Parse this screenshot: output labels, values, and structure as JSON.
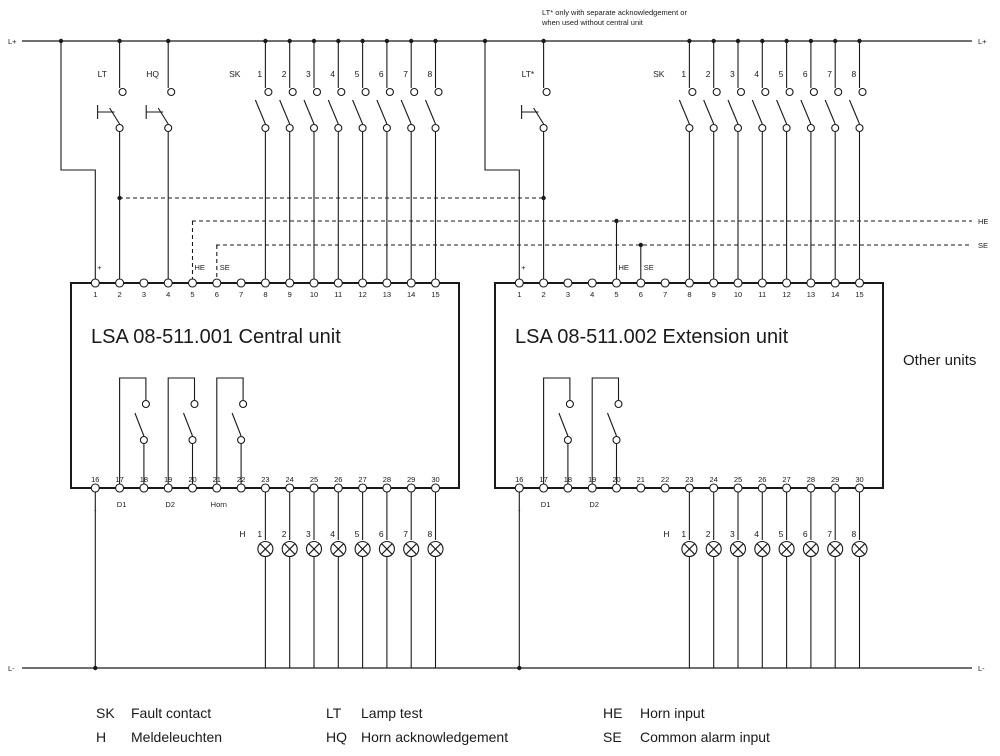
{
  "rails": {
    "plus": "L+",
    "minus": "L-",
    "he": "HE",
    "se": "SE"
  },
  "note": [
    "LT* only with separate acknowledgement or",
    "when used without central unit"
  ],
  "central": {
    "title": "LSA 08-511.001 Central unit",
    "top_switch_labels": [
      "LT",
      "HQ",
      "SK"
    ],
    "terminal_top_numbers": [
      "1",
      "2",
      "3",
      "4",
      "5",
      "6",
      "7",
      "8",
      "9",
      "10",
      "11",
      "12",
      "13",
      "14",
      "15"
    ],
    "terminal_top_marks": [
      "+",
      "HE",
      "SE"
    ],
    "contact_numbers": [
      "1",
      "2",
      "3",
      "4",
      "5",
      "6",
      "7",
      "8"
    ],
    "terminal_bottom_numbers": [
      "16",
      "17",
      "18",
      "19",
      "20",
      "21",
      "22",
      "23",
      "24",
      "25",
      "26",
      "27",
      "28",
      "29",
      "30"
    ],
    "bottom_marks": [
      "-",
      "D1",
      "D2",
      "Horn"
    ],
    "lamp_label": "H",
    "lamp_numbers": [
      "1",
      "2",
      "3",
      "4",
      "5",
      "6",
      "7",
      "8"
    ]
  },
  "extension": {
    "title": "LSA 08-511.002 Extension unit",
    "top_switch_labels": [
      "LT*",
      "SK"
    ],
    "terminal_top_numbers": [
      "1",
      "2",
      "3",
      "4",
      "5",
      "6",
      "7",
      "8",
      "9",
      "10",
      "11",
      "12",
      "13",
      "14",
      "15"
    ],
    "terminal_top_marks": [
      "+",
      "HE",
      "SE"
    ],
    "contact_numbers": [
      "1",
      "2",
      "3",
      "4",
      "5",
      "6",
      "7",
      "8"
    ],
    "terminal_bottom_numbers": [
      "16",
      "17",
      "18",
      "19",
      "20",
      "21",
      "22",
      "23",
      "24",
      "25",
      "26",
      "27",
      "28",
      "29",
      "30"
    ],
    "bottom_marks": [
      "-",
      "D1",
      "D2"
    ],
    "lamp_label": "H",
    "lamp_numbers": [
      "1",
      "2",
      "3",
      "4",
      "5",
      "6",
      "7",
      "8"
    ]
  },
  "other_units": "Other units",
  "legend": [
    {
      "abbr": "SK",
      "desc": "Fault contact"
    },
    {
      "abbr": "H",
      "desc": "Meldeleuchten"
    },
    {
      "abbr": "LT",
      "desc": "Lamp test"
    },
    {
      "abbr": "HQ",
      "desc": "Horn acknowledgement"
    },
    {
      "abbr": "HE",
      "desc": "Horn input"
    },
    {
      "abbr": "SE",
      "desc": "Common alarm input"
    }
  ],
  "colors": {
    "line": "#1a1a1a",
    "background": "#ffffff"
  }
}
